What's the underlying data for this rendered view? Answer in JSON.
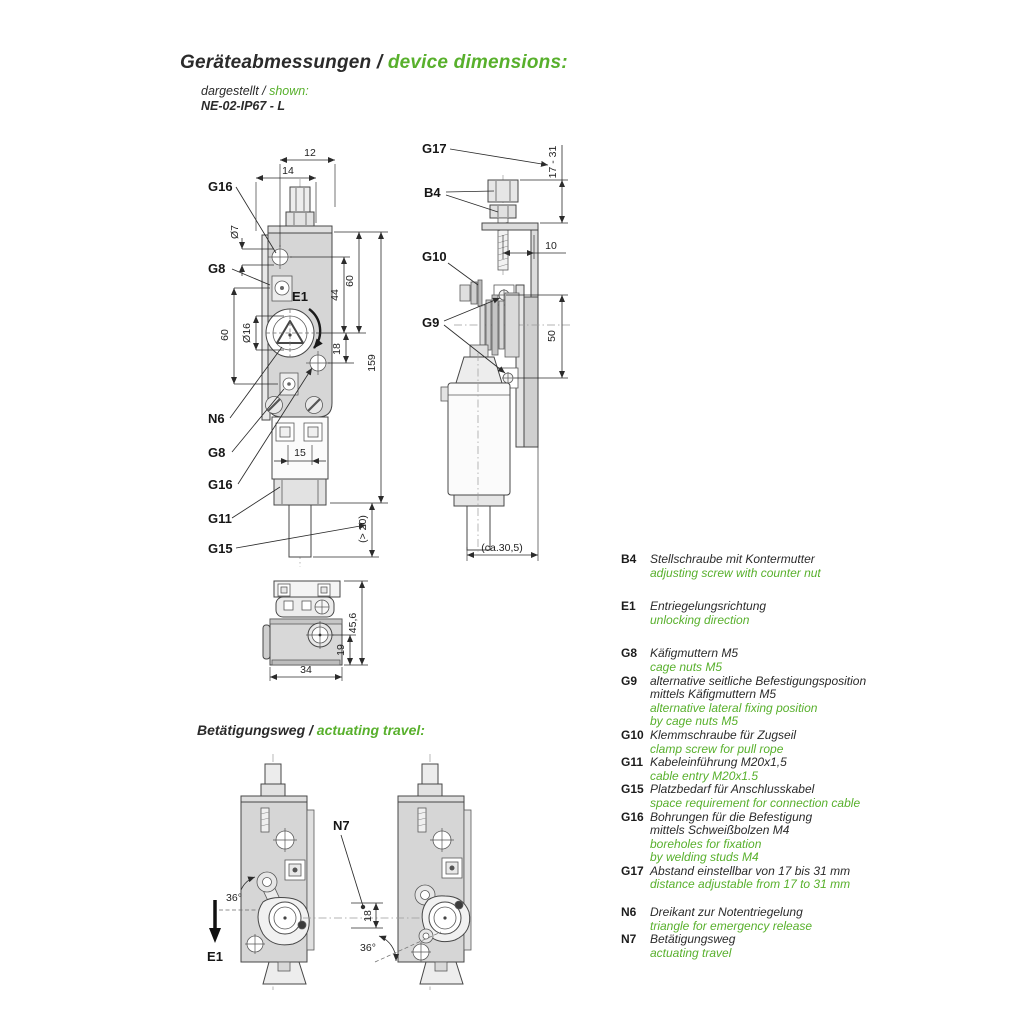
{
  "header": {
    "title_de": "Geräteabmessungen /",
    "title_en": "device dimensions:",
    "shown_de": "dargestellt /",
    "shown_en": "shown:",
    "model": "NE-02-IP67 - L"
  },
  "section2": {
    "title_de": "Betätigungsweg /",
    "title_en": "actuating travel:"
  },
  "front_view": {
    "labels": {
      "g16_top": "G16",
      "g8_top": "G8",
      "e1": "E1",
      "n6": "N6",
      "g8_bottom": "G8",
      "g16_bottom": "G16",
      "g11": "G11",
      "g15": "G15"
    },
    "dims": {
      "d12": "12",
      "d14": "14",
      "dia7": "Ø7",
      "d60_left": "60",
      "dia16": "Ø16",
      "d44": "44",
      "d60_right": "60",
      "d18": "18",
      "d159": "159",
      "d15": "15",
      "gt20": "(> 20)"
    }
  },
  "side_view": {
    "labels": {
      "g17": "G17",
      "b4": "B4",
      "g10": "G10",
      "g9": "G9"
    },
    "dims": {
      "range": "17 - 31",
      "d10": "10",
      "d50": "50",
      "ca305": "(ca.30,5)"
    }
  },
  "bottom_view": {
    "dims": {
      "d456": "45,6",
      "d19": "19",
      "d34": "34"
    }
  },
  "travel_view": {
    "labels": {
      "n7": "N7",
      "e1": "E1"
    },
    "dims": {
      "a36_left": "36°",
      "d18": "18",
      "a36_right": "36°"
    }
  },
  "legend": {
    "items": [
      {
        "id": "B4",
        "de": [
          "Stellschraube mit Kontermutter"
        ],
        "en": [
          "adjusting screw with counter nut"
        ]
      },
      {
        "id": "E1",
        "de": [
          "Entriegelungsrichtung"
        ],
        "en": [
          "unlocking direction"
        ]
      },
      {
        "id": "G8",
        "de": [
          "Käfigmuttern M5"
        ],
        "en": [
          "cage nuts M5"
        ]
      },
      {
        "id": "G9",
        "de": [
          "alternative seitliche Befestigungsposition",
          "mittels Käfigmuttern M5"
        ],
        "en": [
          "alternative lateral fixing position",
          "by cage nuts M5"
        ]
      },
      {
        "id": "G10",
        "de": [
          "Klemmschraube für Zugseil"
        ],
        "en": [
          "clamp screw for pull rope"
        ]
      },
      {
        "id": "G11",
        "de": [
          "Kabeleinführung M20x1,5"
        ],
        "en": [
          "cable entry M20x1.5"
        ]
      },
      {
        "id": "G15",
        "de": [
          "Platzbedarf für Anschlusskabel"
        ],
        "en": [
          "space requirement for connection cable"
        ]
      },
      {
        "id": "G16",
        "de": [
          "Bohrungen für die Befestigung",
          "mittels Schweißbolzen M4"
        ],
        "en": [
          "boreholes for fixation",
          "by welding studs M4"
        ]
      },
      {
        "id": "G17",
        "de": [
          "Abstand einstellbar von 17 bis 31 mm"
        ],
        "en": [
          "distance adjustable from 17 to 31 mm"
        ]
      },
      {
        "id": "N6",
        "de": [
          "Dreikant zur Notentriegelung"
        ],
        "en": [
          "triangle for emergency release"
        ]
      },
      {
        "id": "N7",
        "de": [
          "Betätigungsweg"
        ],
        "en": [
          "actuating travel"
        ]
      }
    ]
  }
}
